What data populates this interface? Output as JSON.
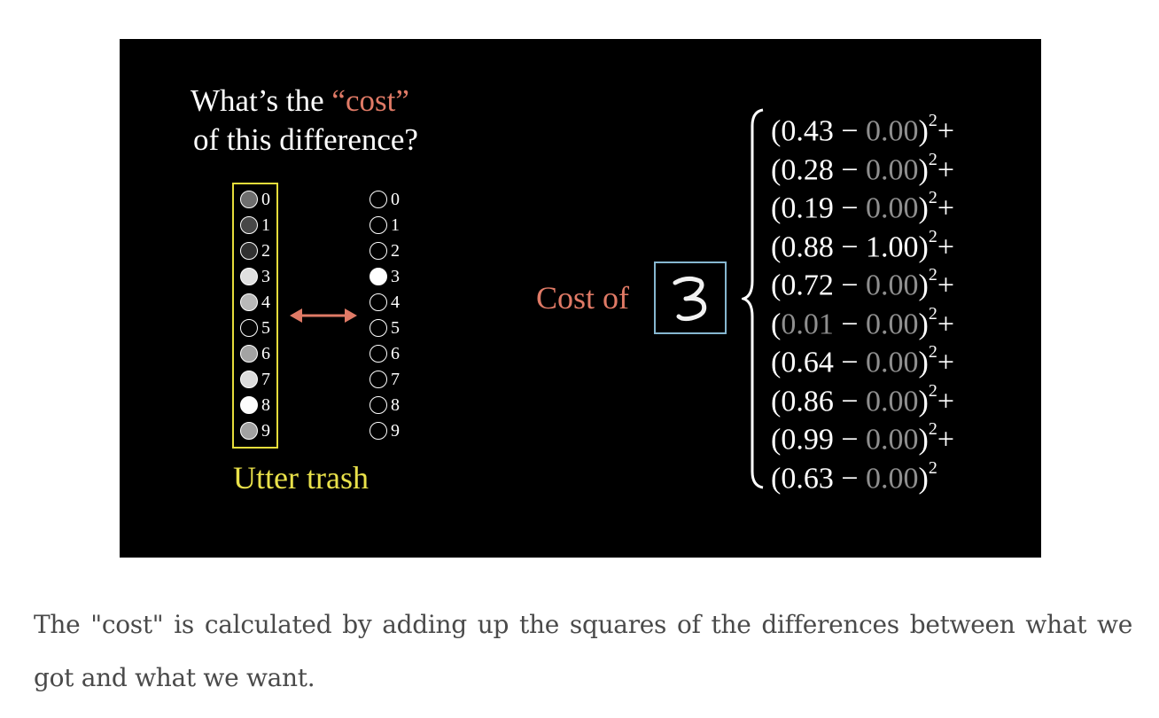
{
  "figure": {
    "question": {
      "line1_pre": "What’s the ",
      "line1_accent": "“cost”",
      "line2": "of this difference?"
    },
    "output_activations": [
      {
        "label": "0",
        "value": 0.43
      },
      {
        "label": "1",
        "value": 0.28
      },
      {
        "label": "2",
        "value": 0.19
      },
      {
        "label": "3",
        "value": 0.88
      },
      {
        "label": "4",
        "value": 0.72
      },
      {
        "label": "5",
        "value": 0.01
      },
      {
        "label": "6",
        "value": 0.64
      },
      {
        "label": "7",
        "value": 0.86
      },
      {
        "label": "8",
        "value": 0.99
      },
      {
        "label": "9",
        "value": 0.63
      }
    ],
    "desired_activations": [
      {
        "label": "0",
        "value": 0
      },
      {
        "label": "1",
        "value": 0
      },
      {
        "label": "2",
        "value": 0
      },
      {
        "label": "3",
        "value": 1
      },
      {
        "label": "4",
        "value": 0
      },
      {
        "label": "5",
        "value": 0
      },
      {
        "label": "6",
        "value": 0
      },
      {
        "label": "7",
        "value": 0
      },
      {
        "label": "8",
        "value": 0
      },
      {
        "label": "9",
        "value": 0
      }
    ],
    "verdict": "Utter trash",
    "cost_label": "Cost of",
    "digit_image": "3",
    "terms": [
      {
        "open": "(",
        "got": "0.43",
        "minus": " − ",
        "want": "0.00",
        "close": ")",
        "exp": "2",
        "op": "+",
        "want_highlight": false
      },
      {
        "open": "(",
        "got": "0.28",
        "minus": " − ",
        "want": "0.00",
        "close": ")",
        "exp": "2",
        "op": "+",
        "want_highlight": false
      },
      {
        "open": "(",
        "got": "0.19",
        "minus": " − ",
        "want": "0.00",
        "close": ")",
        "exp": "2",
        "op": "+",
        "want_highlight": false
      },
      {
        "open": "(",
        "got": "0.88",
        "minus": " − ",
        "want": "1.00",
        "close": ")",
        "exp": "2",
        "op": "+",
        "want_highlight": true
      },
      {
        "open": "(",
        "got": "0.72",
        "minus": " − ",
        "want": "0.00",
        "close": ")",
        "exp": "2",
        "op": "+",
        "want_highlight": false
      },
      {
        "open": "(",
        "got": "0.01",
        "minus": " − ",
        "want": "0.00",
        "close": ")",
        "exp": "2",
        "op": "+",
        "want_highlight": false
      },
      {
        "open": "(",
        "got": "0.64",
        "minus": " − ",
        "want": "0.00",
        "close": ")",
        "exp": "2",
        "op": "+",
        "want_highlight": false
      },
      {
        "open": "(",
        "got": "0.86",
        "minus": " − ",
        "want": "0.00",
        "close": ")",
        "exp": "2",
        "op": "+",
        "want_highlight": false
      },
      {
        "open": "(",
        "got": "0.99",
        "minus": " − ",
        "want": "0.00",
        "close": ")",
        "exp": "2",
        "op": "+",
        "want_highlight": false
      },
      {
        "open": "(",
        "got": "0.63",
        "minus": " − ",
        "want": "0.00",
        "close": ")",
        "exp": "2",
        "op": "",
        "want_highlight": false
      }
    ],
    "colors": {
      "accent": "#e07a66",
      "verdict": "#e9e14a",
      "box": "#e6dd3b",
      "digit_box": "#86b7d0",
      "dim_value": "#8f8f8f"
    }
  },
  "caption": "The \"cost\" is calculated by adding up the squares of the differences between what we got and what we want."
}
